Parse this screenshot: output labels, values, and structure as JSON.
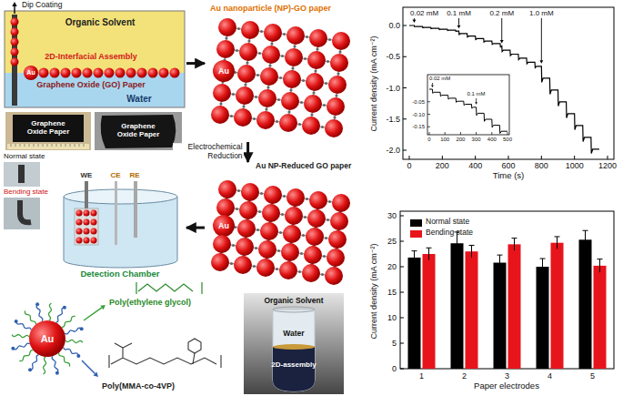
{
  "diagram": {
    "nodes": [
      {
        "text": [
          "Dip Coating",
          "Organic Solvent",
          "2D-Interfacial Assembly",
          "Au",
          "Graphene Oxide (GO) Paper",
          "Water"
        ]
      },
      {
        "text": [
          "Au nanoparticle (NP)-GO paper",
          "Au"
        ]
      },
      {
        "text": [
          "Au NP-Reduced GO paper",
          "Au"
        ]
      },
      {
        "text": [
          "WE",
          "CE",
          "RE",
          "Detection Chamber"
        ]
      }
    ],
    "edges": [
      {
        "from": 0,
        "to": 1,
        "arrow": "to"
      },
      {
        "from": 1,
        "to": 2,
        "label": "Electrochemical Reduction",
        "arrow": "to"
      },
      {
        "from": 2,
        "to": 3,
        "arrow": "to"
      }
    ],
    "labels": [
      "Graphene Oxide Paper",
      "Graphene Oxide Paper",
      "Normal state",
      "Bending state",
      "Au",
      "Poly(ethylene glycol)",
      "Poly(MMA-co-4VP)",
      "Organic Solvent",
      "Water",
      "2D-assembly",
      "0.02 mM",
      "0.1 mM",
      "0.2 mM",
      "1.0 mM",
      "0.02 mM",
      "0.1 mM",
      "0.0",
      "-0.5",
      "-1.0",
      "-1.5",
      "-2.0",
      "-0.05",
      "-0.10",
      "-0.15",
      "0",
      "100",
      "200",
      "300",
      "400",
      "500",
      "0",
      "200",
      "400",
      "600",
      "800",
      "1000",
      "1200",
      "Time (s)",
      "Current density (mA cm⁻²)",
      "0",
      "5",
      "10",
      "15",
      "20",
      "25",
      "30",
      "1",
      "2",
      "3",
      "4",
      "5",
      "Paper electrodes",
      "Current density (mA cm⁻²)"
    ],
    "legend": [
      {
        "text": "Normal state",
        "color": "#000000"
      },
      {
        "text": "Bending state",
        "color": "#e8141b"
      }
    ]
  }
}
